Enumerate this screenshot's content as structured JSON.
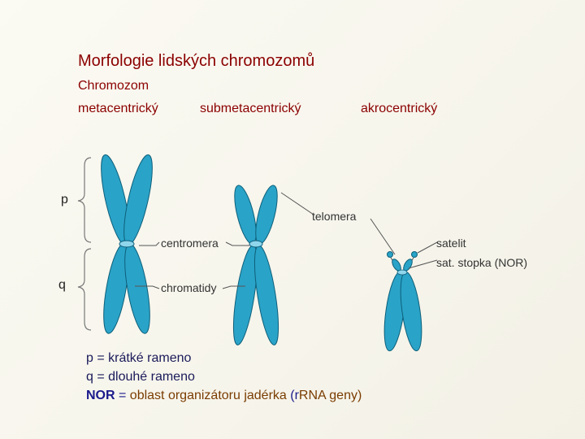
{
  "title": "Morfologie lidských chromozomů",
  "chromozom_label": "Chromozom",
  "types": [
    "metacentrický",
    "submetacentrický",
    "akrocentrický"
  ],
  "arm_labels": {
    "p": "p",
    "q": "q"
  },
  "annotations": {
    "telomera": "telomera",
    "centromera": "centromera",
    "chromatidy": "chromatidy",
    "satelit": "satelit",
    "sat_stopka": "sat. stopka (NOR)"
  },
  "legend": {
    "line1": "p = krátké rameno",
    "line2": "q = dlouhé rameno",
    "line3_abbr": "NOR",
    "line3_eq": " = ",
    "line3_desc": "oblast organizátoru jadérka",
    "line3_paren": " (r",
    "line3_rna": "RNA geny)"
  },
  "colors": {
    "chromatid_fill": "#2aa3c8",
    "chromatid_stroke": "#0d5f7a",
    "centromere": "#8fd6ec",
    "title": "#8b0000"
  }
}
